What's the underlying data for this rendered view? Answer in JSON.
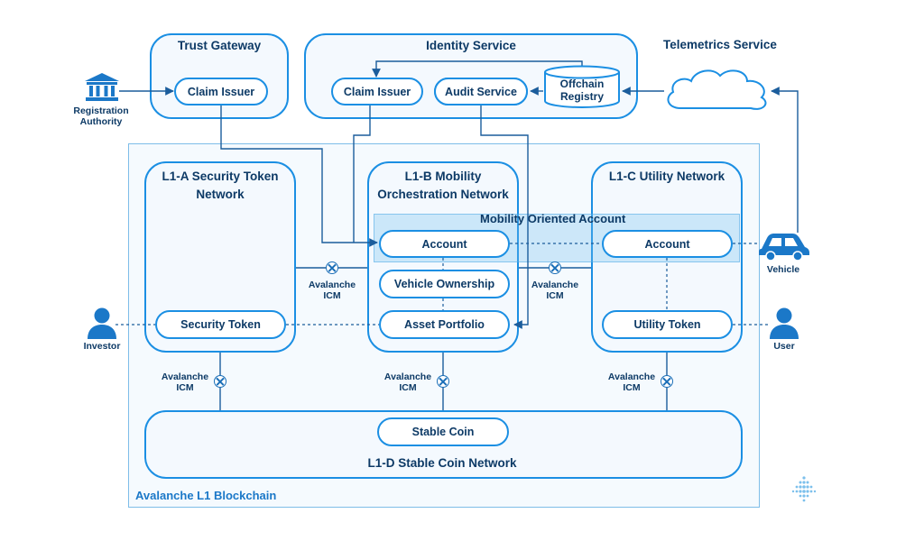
{
  "colors": {
    "border": "#1b8fe3",
    "text": "#0d3a66",
    "wire": "#2a6aa8",
    "highlight_band": "#8fcbf2"
  },
  "trust_gateway": {
    "title": "Trust Gateway",
    "claim_issuer": "Claim Issuer"
  },
  "identity_service": {
    "title": "Identity Service",
    "claim_issuer": "Claim Issuer",
    "audit_service": "Audit Service",
    "offchain_registry": "Offchain Registry"
  },
  "telemetrics": {
    "title": "Telemetrics Service",
    "icon": "cloud-icon"
  },
  "registration_authority": {
    "label": "Registration Authority",
    "icon": "bank-icon"
  },
  "l1a": {
    "title": "L1-A Security Token Network",
    "security_token": "Security Token"
  },
  "l1b": {
    "title": "L1-B Mobility Orchestration Network",
    "account": "Account",
    "vehicle_ownership": "Vehicle Ownership",
    "asset_portfolio": "Asset Portfolio"
  },
  "l1c": {
    "title": "L1-C Utility Network",
    "account": "Account",
    "utility_token": "Utility Token"
  },
  "l1d": {
    "title": "L1-D Stable Coin Network",
    "stable_coin": "Stable Coin"
  },
  "mobility_account": "Mobility Oriented Account",
  "blockchain_label": "Avalanche L1 Blockchain",
  "icm_label": "Avalanche ICM",
  "vehicle": {
    "label": "Vehicle",
    "icon": "car-icon"
  },
  "investor": {
    "label": "Investor",
    "icon": "person-icon"
  },
  "user": {
    "label": "User",
    "icon": "person-icon"
  },
  "logo": "avalanche-logo-icon"
}
